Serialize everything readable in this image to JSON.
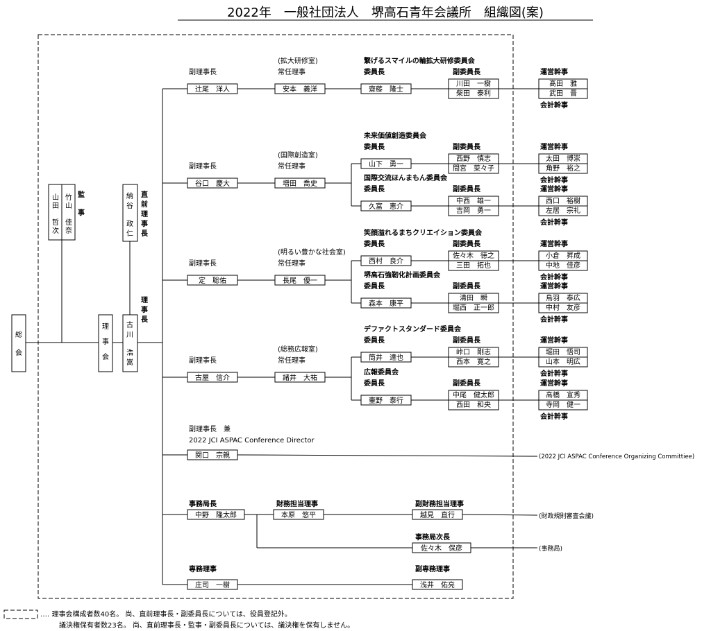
{
  "title": "2022年　一般社団法人　堺高石青年会議所　組織図(案)",
  "general_assembly": "総会",
  "board": "理事会",
  "president": {
    "role": "理事長",
    "name": "古川　浩嵩"
  },
  "ex_president": {
    "role": "直前理事長",
    "name": "納谷　政仁"
  },
  "auditors": {
    "role": "監事",
    "names": [
      "竹山　佳奈",
      "山田　哲次"
    ]
  },
  "labels": {
    "vice_president": "副理事長",
    "executive_director": "常任理事",
    "chair": "委員長",
    "vice_chair": "副委員長",
    "operations_secretary": "運営幹事",
    "accounting_secretary": "会計幹事",
    "vp_and": "副理事長　兼",
    "vp_director": "2022 JCI ASPAC Conference Director"
  },
  "branches": [
    {
      "vp": "辻尾　洋人",
      "office": "(拡大研修室)",
      "director": "安本　義洋",
      "committees": [
        {
          "name": "繋げるスマイルの輪拡大研修委員会",
          "chair": "齋藤　隆士",
          "vice": [
            "川田　一樹",
            "柴田　泰利"
          ],
          "ops": [
            "髙田　雅",
            "武田　晋"
          ]
        }
      ]
    },
    {
      "vp": "谷口　慶大",
      "office": "(国際創造室)",
      "director": "増田　喬史",
      "committees": [
        {
          "name": "未来価値創造委員会",
          "chair": "山下　勇一",
          "vice": [
            "西野　慎志",
            "間宮　菜々子"
          ],
          "ops": [
            "太田　博崇",
            "角野　裕之"
          ]
        },
        {
          "name": "国際交流ほんまもん委員会",
          "chair": "久富　恵介",
          "vice": [
            "中西　雄一",
            "吉岡　勇一"
          ],
          "ops": [
            "西口　裕樹",
            "左居　宗礼"
          ]
        }
      ]
    },
    {
      "vp": "定　聡佑",
      "office": "(明るい豊かな社会室)",
      "director": "長尾　優一",
      "committees": [
        {
          "name": "笑顔溢れるまちクリエイション委員会",
          "chair": "西村　良介",
          "vice": [
            "佐々木　徳之",
            "三田　拓也"
          ],
          "ops": [
            "小倉　昇成",
            "中地　佳彦"
          ]
        },
        {
          "name": "堺高石強靭化計画委員会",
          "chair": "森本　康平",
          "vice": [
            "清田　瞬",
            "堀西　正一郎"
          ],
          "ops": [
            "鳥羽　泰広",
            "中村　友彦"
          ]
        }
      ]
    },
    {
      "vp": "古屋　信介",
      "office": "(総務広報室)",
      "director": "諸井　大祐",
      "committees": [
        {
          "name": "デファクトスタンダード委員会",
          "chair": "筒井　達也",
          "vice": [
            "峠口　剛志",
            "西本　寛之"
          ],
          "ops": [
            "堀田　悟司",
            "山本　明広"
          ]
        },
        {
          "name": "広報委員会",
          "chair": "壷野　泰行",
          "vice": [
            "中尾　健太郎",
            "西田　和央"
          ],
          "ops": [
            "髙橋　宣秀",
            "寺岡　健一"
          ]
        }
      ]
    }
  ],
  "aspac": {
    "name": "関口　宗親",
    "committee": "(2022 JCI ASPAC Conference Organizing Committiee)"
  },
  "secretariat": {
    "head_role": "事務局長",
    "head": "中野　隆太郎",
    "finance_role": "財務担当理事",
    "finance": "本原　悠平",
    "vice_finance_role": "副財務担当理事",
    "vice_finance": "越見　直行",
    "finance_council": "(財政規則審査会議)",
    "deputy_role": "事務局次長",
    "deputy": "佐々木　保彦",
    "office": "(事務局)"
  },
  "senmu": {
    "role": "専務理事",
    "name": "庄司　一樹",
    "vice_role": "副専務理事",
    "vice": "浅井　佑亮"
  },
  "notes": [
    "‥‥ 理事会構成者数40名。 尚、直前理事長・副委員長については、役員登記外。",
    "議決権保有者数23名。 尚、直前理事長・監事・副委員長については、議決権を保有しません。"
  ]
}
